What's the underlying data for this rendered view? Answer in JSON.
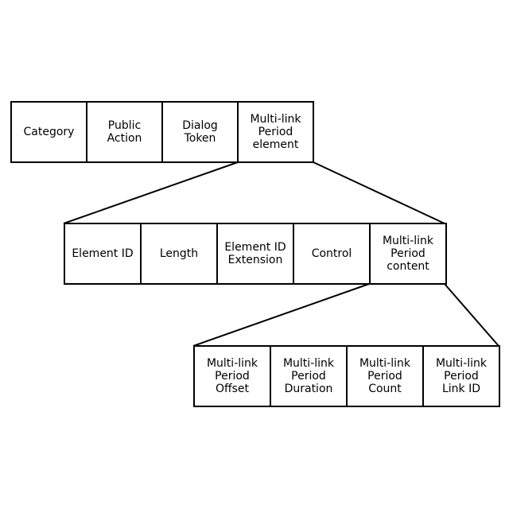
{
  "levels": [
    {
      "fields": [
        "Category",
        "Public\nAction",
        "Dialog\nToken",
        "Multi-link\nPeriod\nelement"
      ]
    },
    {
      "fields": [
        "Element ID",
        "Length",
        "Element ID\nExtension",
        "Control",
        "Multi-link\nPeriod\ncontent"
      ]
    },
    {
      "fields": [
        "Multi-link\nPeriod\nOffset",
        "Multi-link\nPeriod\nDuration",
        "Multi-link\nPeriod\nCount",
        "Multi-link\nPeriod\nLink ID"
      ]
    }
  ],
  "colors": {
    "stroke": "#000000",
    "background": "#ffffff"
  }
}
